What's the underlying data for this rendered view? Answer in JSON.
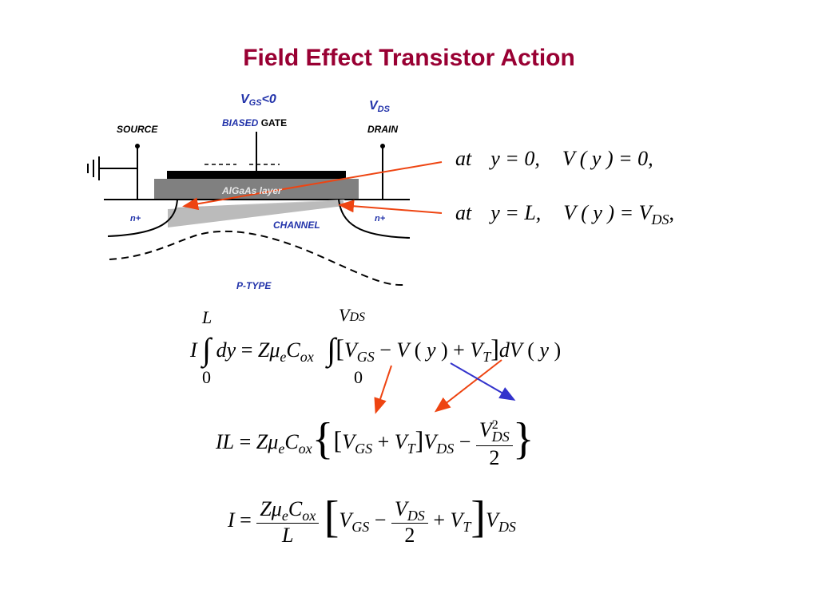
{
  "title": "Field Effect Transistor Action",
  "diagram": {
    "vgs_label": "V",
    "vgs_sub": "GS",
    "vgs_rest": "<0",
    "vds_label": "V",
    "vds_sub": "DS",
    "biased": "BIASED",
    "gate": "GATE",
    "source": "SOURCE",
    "drain": "DRAIN",
    "algaas": "AlGaAs layer",
    "n_plus_left": "n+",
    "n_plus_right": "n+",
    "channel": "CHANNEL",
    "ptype": "P-TYPE"
  },
  "conditions": {
    "line1": {
      "at": "at",
      "y": "y = 0,",
      "v": "V ( y ) = 0,"
    },
    "line2": {
      "at": "at",
      "y": "y = L,",
      "v": "V ( y ) = V",
      "v_sub": "DS",
      "tail": ","
    }
  },
  "equations": {
    "eq1": "I ∫ dy = Zμ_e C_ox ∫ [V_GS − V(y) + V_T] dV(y), from 0 to L and from 0 to V_DS",
    "eq2": "IL = Zμ_e C_ox { [V_GS + V_T] V_DS − V_DS² / 2 }",
    "eq3": "I = (Zμ_e C_ox / L) [ V_GS − V_DS / 2 + V_T ] V_DS"
  },
  "colors": {
    "title": "#990033",
    "blue_text": "#2233aa",
    "arrow_red": "#ee4411",
    "arrow_blue": "#3333cc"
  }
}
